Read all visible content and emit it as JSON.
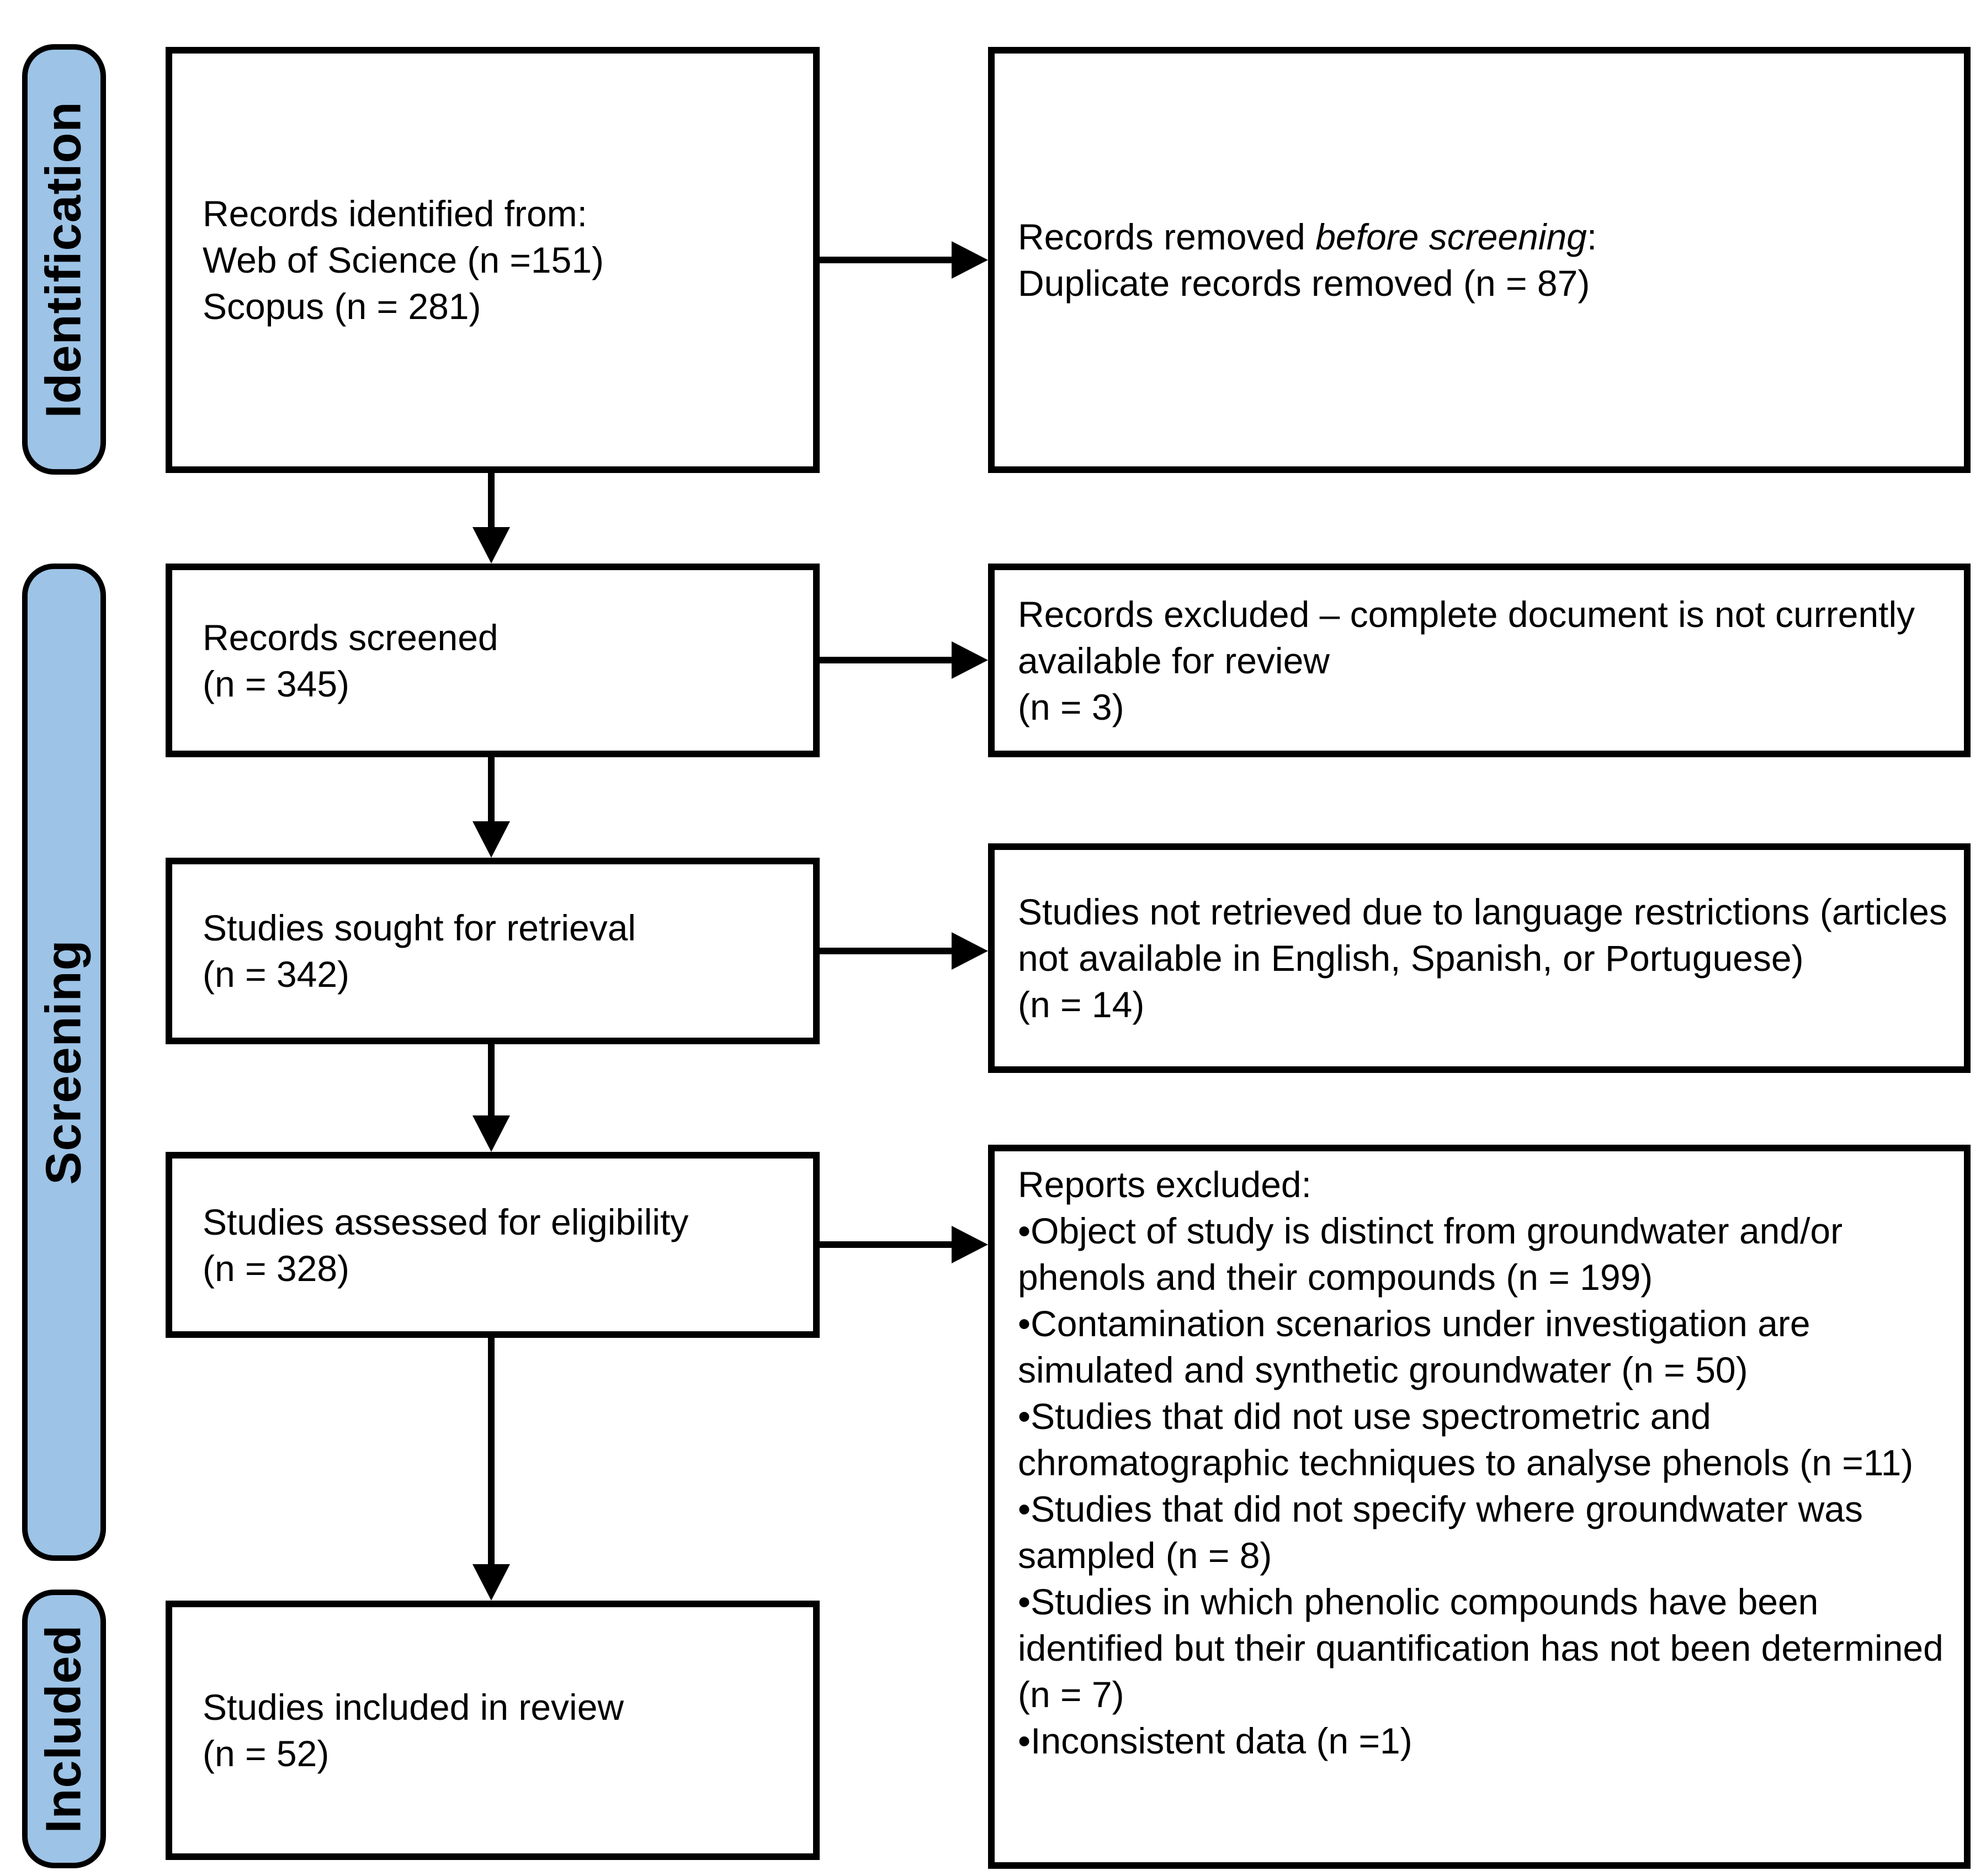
{
  "colors": {
    "stage_fill": "#9DC3E6",
    "line": "#000000"
  },
  "stages": [
    {
      "label": "Identification"
    },
    {
      "label": "Screening"
    },
    {
      "label": "Included"
    }
  ],
  "boxes": {
    "records_identified": {
      "lines": [
        "Records identified from:",
        "Web of Science (n =151)",
        "Scopus (n = 281)"
      ]
    },
    "records_removed": {
      "text_prefix": "Records removed ",
      "text_italic": "before screening",
      "text_suffix": ":",
      "line2": "Duplicate records removed (n = 87)"
    },
    "records_screened": {
      "lines": [
        "Records screened",
        "(n = 345)"
      ]
    },
    "records_excluded": {
      "body": "Records excluded – complete document is not currently available for review",
      "count": "(n = 3)"
    },
    "studies_sought": {
      "lines": [
        "Studies sought for retrieval",
        "(n = 342)"
      ]
    },
    "studies_not_retrieved": {
      "body": "Studies not retrieved due to language restrictions (articles not available in English, Spanish, or Portuguese)",
      "count": "(n = 14)"
    },
    "studies_assessed": {
      "lines": [
        "Studies assessed for eligibility",
        "(n = 328)"
      ]
    },
    "reports_excluded": {
      "heading": "Reports excluded:",
      "bullets": [
        "•Object of study is distinct from groundwater and/or phenols and their compounds (n = 199)",
        "•Contamination scenarios under investigation are simulated and synthetic groundwater (n = 50)",
        "•Studies that did not use spectrometric and chromatographic techniques to analyse phenols (n =11)",
        "•Studies that did not specify where groundwater was sampled (n = 8)",
        "•Studies in which phenolic compounds have been identified but their quantification has not been determined (n = 7)",
        "•Inconsistent data (n =1)"
      ]
    },
    "studies_included": {
      "lines": [
        "Studies included in review",
        "(n = 52)"
      ]
    }
  }
}
